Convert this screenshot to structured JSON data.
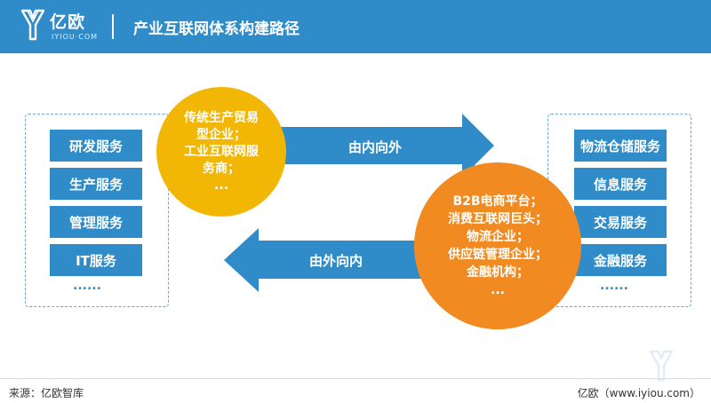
{
  "header": {
    "logo_text": "亿欧",
    "logo_sub": "IYIOU·COM",
    "title": "产业互联网体系构建路径"
  },
  "left_services": [
    "研发服务",
    "生产服务",
    "管理服务",
    "IT服务"
  ],
  "left_ellipsis": "......",
  "right_services": [
    "物流仓储服务",
    "信息服务",
    "交易服务",
    "金融服务"
  ],
  "right_ellipsis": "......",
  "arrows": {
    "outward": "由内向外",
    "inward": "由外向内"
  },
  "yellow_circle": {
    "text": "传统生产贸易\n型企业；\n工业互联网服\n务商；\n..."
  },
  "orange_circle": {
    "text": "B2B电商平台；\n消费互联网巨头；\n物流企业；\n供应链管理企业；\n金融机构；\n..."
  },
  "footer": {
    "source": "来源：亿欧智库",
    "site": "亿欧（www.iyiou.com）"
  },
  "colors": {
    "brand_blue": "#2f8cc9",
    "yellow": "#f2b705",
    "orange": "#f18b21"
  }
}
